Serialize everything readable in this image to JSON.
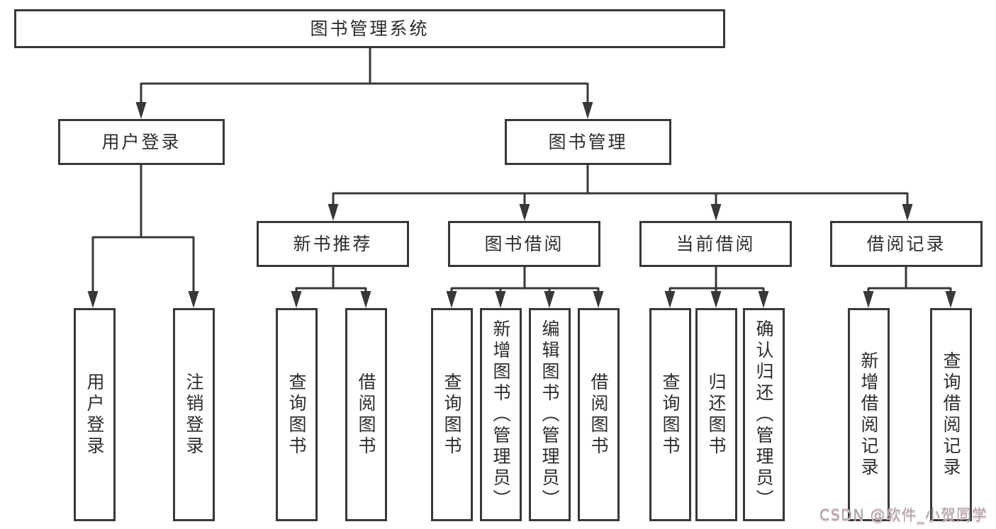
{
  "diagram": {
    "type": "hierarchy-tree",
    "colors": {
      "line": "#383838",
      "box_border": "#383838",
      "box_fill": "#ffffff",
      "text": "#2d2d2d",
      "watermark_text": "#a6a6ae",
      "watermark_shadow": "#e8b9bc"
    },
    "tree": {
      "label": "图书管理系统",
      "children": [
        {
          "label": "用户登录",
          "children": [
            {
              "label": "用户登录"
            },
            {
              "label": "注销登录"
            }
          ]
        },
        {
          "label": "图书管理",
          "children": [
            {
              "label": "新书推荐",
              "children": [
                {
                  "label": "查询图书"
                },
                {
                  "label": "借阅图书"
                }
              ]
            },
            {
              "label": "图书借阅",
              "children": [
                {
                  "label": "查询图书"
                },
                {
                  "label": "新增图书（管理员）"
                },
                {
                  "label": "编辑图书（管理员）"
                },
                {
                  "label": "借阅图书"
                }
              ]
            },
            {
              "label": "当前借阅",
              "children": [
                {
                  "label": "查询图书"
                },
                {
                  "label": "归还图书"
                },
                {
                  "label": "确认归还（管理员）"
                }
              ]
            },
            {
              "label": "借阅记录",
              "children": [
                {
                  "label": "新增借阅记录"
                },
                {
                  "label": "查询借阅记录"
                }
              ]
            }
          ]
        }
      ]
    }
  },
  "watermark": {
    "text": "CSDN @软件_小贺同学"
  }
}
